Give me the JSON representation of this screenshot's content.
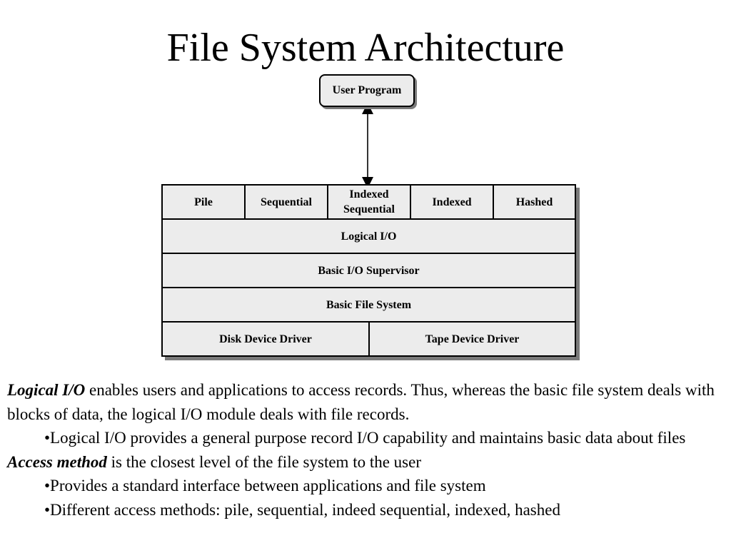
{
  "title": "File System Architecture",
  "diagram": {
    "user_program": "User Program",
    "access_methods": [
      "Pile",
      "Sequential",
      "Indexed\nSequential",
      "Indexed",
      "Hashed"
    ],
    "layers": {
      "logical_io": "Logical I/O",
      "basic_io_supervisor": "Basic I/O Supervisor",
      "basic_file_system": "Basic File System"
    },
    "drivers": [
      "Disk Device Driver",
      "Tape Device Driver"
    ]
  },
  "text": {
    "p1_term": "Logical I/O",
    "p1_rest": " enables users and applications to access records. Thus, whereas the basic file system deals with blocks of data, the logical I/O module deals with file records.",
    "b1": "•Logical I/O provides a general purpose record I/O capability and maintains basic data about files",
    "p2_term": "Access method",
    "p2_rest": " is the closest level of the file system to the user",
    "b2": "•Provides a standard interface between applications and file system",
    "b3": "•Different access methods: pile, sequential, indeed sequential, indexed, hashed"
  }
}
